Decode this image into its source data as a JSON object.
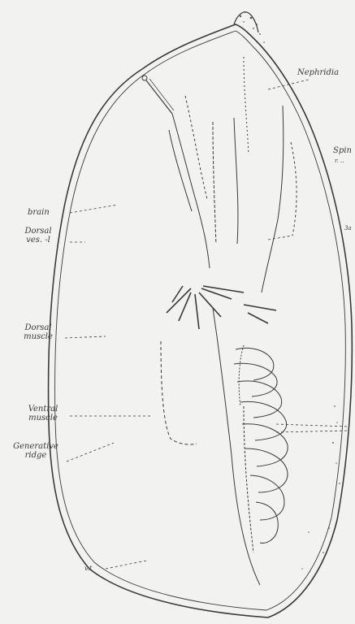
{
  "labels": {
    "nephridia": "Nephridia",
    "spinal_partial": "Spin",
    "spinal_sub": "r. ..",
    "brain": "brain",
    "dorsal_vessel_line1": "Dorsal",
    "dorsal_vessel_line2": "ves. -l",
    "dorsal_muscle_line1": "Dorsal",
    "dorsal_muscle_line2": "muscle",
    "ventral_muscle_line1": "Ventral",
    "ventral_muscle_line2": "muscle",
    "generative_ridge_line1": "Generative",
    "generative_ridge_line2": "ridge",
    "bottom_left": "v.t",
    "right_edge_small": "3a"
  },
  "colors": {
    "background": "#f2f2f0",
    "ink": "#3a3a3a",
    "faint_ink": "#8a8a8a"
  }
}
